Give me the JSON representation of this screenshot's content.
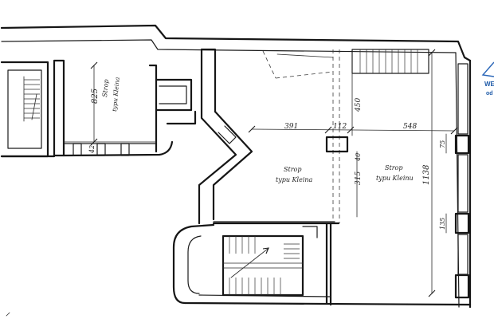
{
  "plan": {
    "dimensions": {
      "d825": "825",
      "d391": "391",
      "d112": "112",
      "d548": "548",
      "d450": "450",
      "d40": "40",
      "d315": "315",
      "d1138": "1138",
      "d75": "75",
      "d135": "135",
      "d42": "42"
    },
    "rooms": {
      "left_line1": "Strop",
      "left_line2": "typu Kleina",
      "center_line1": "Strop",
      "center_line2": "typu Kleina",
      "right_line1": "Strop",
      "right_line2": "typu Kleinu"
    },
    "callout": {
      "line1": "WE",
      "line2": "od"
    }
  },
  "colors": {
    "ink": "#1e1e1e",
    "callout": "#1e5aa8"
  }
}
